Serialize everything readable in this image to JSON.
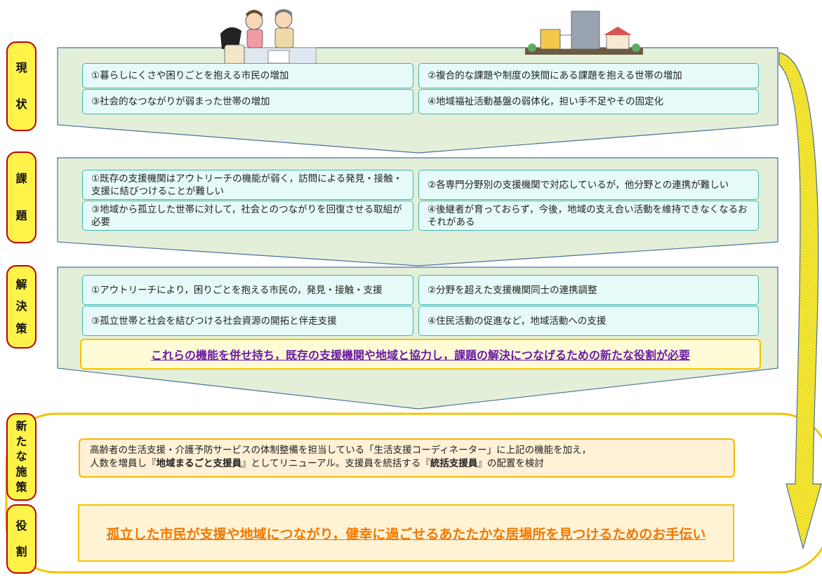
{
  "labels": {
    "current": [
      "現",
      "状"
    ],
    "issues": [
      "課",
      "題"
    ],
    "solutions": [
      "解",
      "決",
      "策"
    ],
    "new_measure": [
      "新",
      "た",
      "な",
      "施",
      "策"
    ],
    "role": [
      "役",
      "割"
    ]
  },
  "current": {
    "items": [
      "①暮らしにくさや困りごとを抱える市民の増加",
      "②複合的な課題や制度の狭間にある課題を抱える世帯の増加",
      "③社会的なつながりが弱まった世帯の増加",
      "④地域福祉活動基盤の弱体化，担い手不足やその固定化"
    ]
  },
  "issues": {
    "items": [
      "①既存の支援機関はアウトリーチの機能が弱く，訪問による発見・接触・支援に結びつけることが難しい",
      "②各専門分野別の支援機関で対応しているが，他分野との連携が難しい",
      "③地域から孤立した世帯に対して，社会とのつながりを回復させる取組が必要",
      "④後継者が育っておらず，今後，地域の支え合い活動を維持できなくなるおそれがある"
    ]
  },
  "solutions": {
    "items": [
      "①アウトリーチにより，困りごとを抱える市民の，発見・接触・支援",
      "②分野を超えた支援機関同士の連携調整",
      "③孤立世帯と社会を結びつける社会資源の開拓と伴走支援",
      "④住民活動の促進など，地域活動への支援"
    ],
    "summary": "これらの機能を併せ持ち，既存の支援機関や地域と協力し，課題の解決につなげるための新たな役割が必要"
  },
  "new_measure": {
    "line1": "高齢者の生活支援・介護予防サービスの体制整備を担当している「生活支援コーディネーター」に上記の機能を加え，",
    "line2_a": "人数を増員し『",
    "line2_b": "地域まるごと支援員",
    "line2_c": "』としてリニューアル。支援員を統括する『",
    "line2_d": "統括支援員",
    "line2_e": "』の配置を検討"
  },
  "role": {
    "text": "孤立した市民が支援や地域につながり，健幸に過ごせるあたたかな居場所を見つけるためのお手伝い"
  },
  "colors": {
    "label_fill": "#fff34a",
    "label_border": "#c00000",
    "band_fill": "#e4efd9",
    "band_border": "#4a6fa0",
    "box_fill": "#e6fbf9",
    "box_border": "#3cb6ad",
    "summary_text": "#6a1aa6",
    "role_text": "#f07800",
    "yellow_border": "#f3c300"
  }
}
